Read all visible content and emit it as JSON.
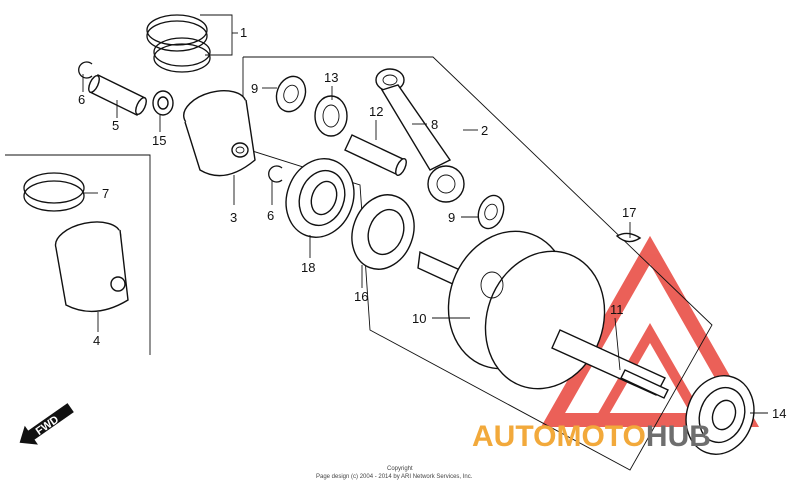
{
  "callouts": {
    "c1": "1",
    "c2": "2",
    "c3": "3",
    "c4": "4",
    "c5": "5",
    "c6a": "6",
    "c6b": "6",
    "c7": "7",
    "c8": "8",
    "c9a": "9",
    "c9b": "9",
    "c10": "10",
    "c11": "11",
    "c12": "12",
    "c13": "13",
    "c14": "14",
    "c15": "15",
    "c16": "16",
    "c17": "17",
    "c18": "18"
  },
  "fwd_label": "FWD",
  "watermark": {
    "text_auto": "AUTOMOTO",
    "text_hub": "HUB",
    "color_orange": "#f2a93b",
    "color_red": "#e8453c",
    "color_gray": "#6e6e6e"
  },
  "copyright": {
    "line1": "Copyright",
    "line2": "Page design (c) 2004 - 2014 by ARI Network Services, Inc."
  }
}
